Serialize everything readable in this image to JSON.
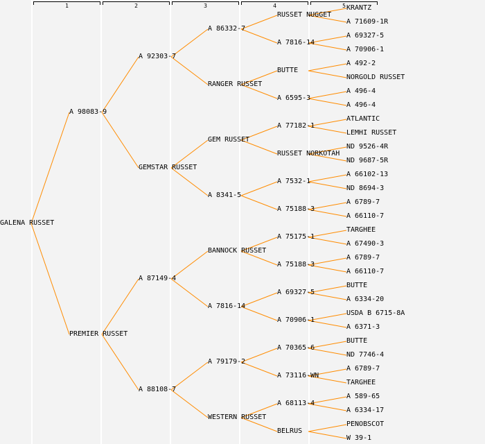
{
  "header": {
    "columns": [
      "1",
      "2",
      "3",
      "4",
      "5"
    ]
  },
  "line_color": "#ff8c00",
  "tree": {
    "name": "GALENA RUSSET",
    "children": [
      {
        "name": "A 98083-9",
        "children": [
          {
            "name": "A 92303-7",
            "children": [
              {
                "name": "A 86332-7",
                "children": [
                  {
                    "name": "RUSSET NUGGET",
                    "children": [
                      {
                        "name": "KRANTZ"
                      },
                      {
                        "name": "A 71609-1R"
                      }
                    ]
                  },
                  {
                    "name": "A 7816-14",
                    "children": [
                      {
                        "name": "A 69327-5"
                      },
                      {
                        "name": "A 70906-1"
                      }
                    ]
                  }
                ]
              },
              {
                "name": "RANGER RUSSET",
                "children": [
                  {
                    "name": "BUTTE",
                    "children": [
                      {
                        "name": "A 492-2"
                      },
                      {
                        "name": "NORGOLD RUSSET"
                      }
                    ]
                  },
                  {
                    "name": "A 6595-3",
                    "children": [
                      {
                        "name": "A 496-4"
                      },
                      {
                        "name": "A 496-4"
                      }
                    ]
                  }
                ]
              }
            ]
          },
          {
            "name": "GEMSTAR RUSSET",
            "children": [
              {
                "name": "GEM RUSSET",
                "children": [
                  {
                    "name": "A 77182-1",
                    "children": [
                      {
                        "name": "ATLANTIC"
                      },
                      {
                        "name": "LEMHI RUSSET"
                      }
                    ]
                  },
                  {
                    "name": "RUSSET NORKOTAH",
                    "children": [
                      {
                        "name": "ND 9526-4R"
                      },
                      {
                        "name": "ND 9687-5R"
                      }
                    ]
                  }
                ]
              },
              {
                "name": "A 8341-5",
                "children": [
                  {
                    "name": "A 7532-1",
                    "children": [
                      {
                        "name": "A 66102-13"
                      },
                      {
                        "name": "ND 8694-3"
                      }
                    ]
                  },
                  {
                    "name": "A 75188-3",
                    "children": [
                      {
                        "name": "A 6789-7"
                      },
                      {
                        "name": "A 66110-7"
                      }
                    ]
                  }
                ]
              }
            ]
          }
        ]
      },
      {
        "name": "PREMIER RUSSET",
        "children": [
          {
            "name": "A 87149-4",
            "children": [
              {
                "name": "BANNOCK RUSSET",
                "children": [
                  {
                    "name": "A 75175-1",
                    "children": [
                      {
                        "name": "TARGHEE"
                      },
                      {
                        "name": "A 67490-3"
                      }
                    ]
                  },
                  {
                    "name": "A 75188-3",
                    "children": [
                      {
                        "name": "A 6789-7"
                      },
                      {
                        "name": "A 66110-7"
                      }
                    ]
                  }
                ]
              },
              {
                "name": "A 7816-14",
                "children": [
                  {
                    "name": "A 69327-5",
                    "children": [
                      {
                        "name": "BUTTE"
                      },
                      {
                        "name": "A 6334-20"
                      }
                    ]
                  },
                  {
                    "name": "A 70906-1",
                    "children": [
                      {
                        "name": "USDA B 6715-8A"
                      },
                      {
                        "name": "A 6371-3"
                      }
                    ]
                  }
                ]
              }
            ]
          },
          {
            "name": "A 88108-7",
            "children": [
              {
                "name": "A 79179-2",
                "children": [
                  {
                    "name": "A 70365-6",
                    "children": [
                      {
                        "name": "BUTTE"
                      },
                      {
                        "name": "ND 7746-4"
                      }
                    ]
                  },
                  {
                    "name": "A 73116-WN",
                    "children": [
                      {
                        "name": "A 6789-7"
                      },
                      {
                        "name": "TARGHEE"
                      }
                    ]
                  }
                ]
              },
              {
                "name": "WESTERN RUSSET",
                "children": [
                  {
                    "name": "A 68113-4",
                    "children": [
                      {
                        "name": "A 589-65"
                      },
                      {
                        "name": "A 6334-17"
                      }
                    ]
                  },
                  {
                    "name": "BELRUS",
                    "children": [
                      {
                        "name": "PENOBSCOT"
                      },
                      {
                        "name": "W 39-1"
                      }
                    ]
                  }
                ]
              }
            ]
          }
        ]
      }
    ]
  }
}
